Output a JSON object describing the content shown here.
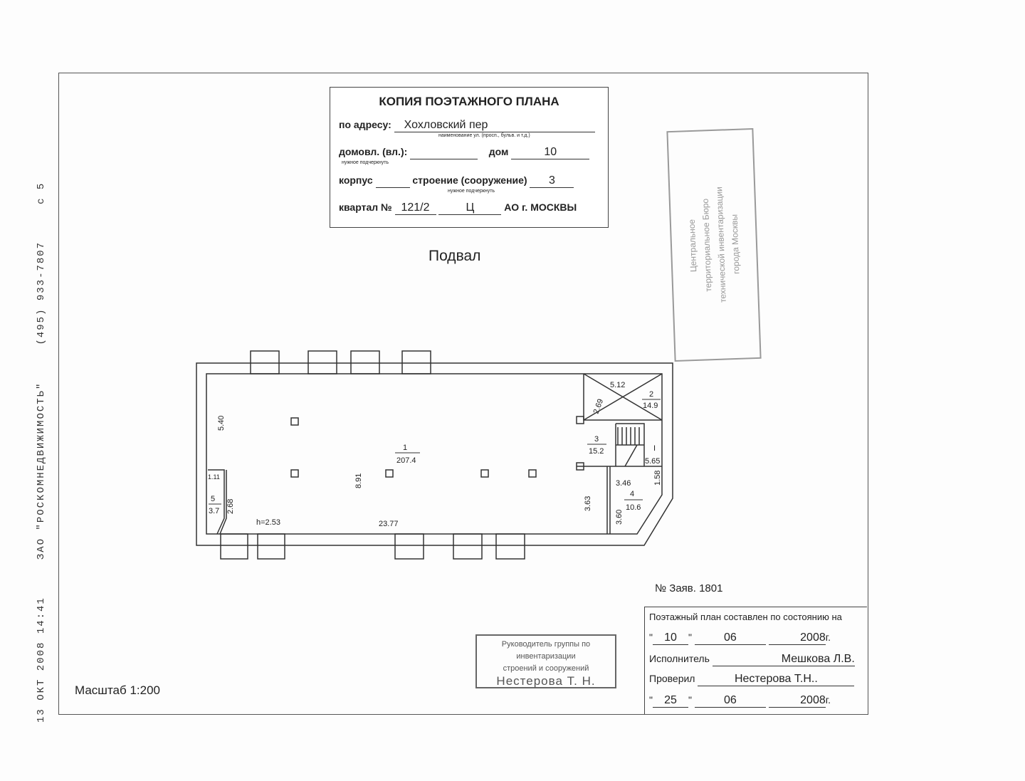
{
  "fax_header": "13 ОКТ 2008 14:41     ЗАО \"РОСКОМНЕДВИЖИМОСТЬ\"     (495) 933-7807     с 5",
  "header": {
    "title": "КОПИЯ ПОЭТАЖНОГО ПЛАНА",
    "address_label": "по адресу:",
    "address_value": "Хохловский пер",
    "address_hint": "наименование ул. (просп., бульв. и т.д.)",
    "domovl_label": "домовл. (вл.):",
    "domovl_hint": "нужное подчеркнуть",
    "dom_label": "дом",
    "dom_value": "10",
    "korpus_label": "корпус",
    "stroenie_label": "строение (сооружение)",
    "stroenie_value": "3",
    "stroenie_hint": "нужное подчеркнуть",
    "kvartal_label": "квартал №",
    "kvartal_value": "121/2",
    "ao_value": "Ц",
    "ao_label": "АО г. МОСКВЫ"
  },
  "floor_title": "Подвал",
  "stamp": [
    "Центральное",
    "территориальное Бюро",
    "технической инвентаризации",
    "города Москвы"
  ],
  "plan": {
    "rooms": [
      {
        "num": "1",
        "area": "207.4"
      },
      {
        "num": "2",
        "area": "14.9"
      },
      {
        "num": "3",
        "area": "15.2"
      },
      {
        "num": "4",
        "area": "10.6"
      },
      {
        "num": "5",
        "area": "3.7"
      }
    ],
    "stair_label": "I",
    "dims": {
      "d540": "5.40",
      "d891": "8.91",
      "d2377": "23.77",
      "h": "h=2.53",
      "d268": "2.68",
      "d111": "1.11",
      "d512": "5.12",
      "d269": "2.69",
      "d565": "5.65",
      "d346": "3.46",
      "d158": "1.58",
      "d363": "3.63",
      "d360": "3.60"
    }
  },
  "zayv": "№ Заяв. 1801",
  "info": {
    "state_label": "Поэтажный план составлен по состоянию на",
    "day1": "10",
    "month1": "06",
    "year1": "2008",
    "g": "г.",
    "executor_label": "Исполнитель",
    "executor": "Мешкова Л.В.",
    "checked_label": "Проверил",
    "checker": "Нестерова Т.Н..",
    "day2": "25",
    "month2": "06",
    "year2": "2008"
  },
  "head_stamp": {
    "line1": "Руководитель группы по инвентаризации",
    "line2": "строений и сооружений",
    "name": "Нестерова Т. Н."
  },
  "scale": "Масштаб 1:200"
}
